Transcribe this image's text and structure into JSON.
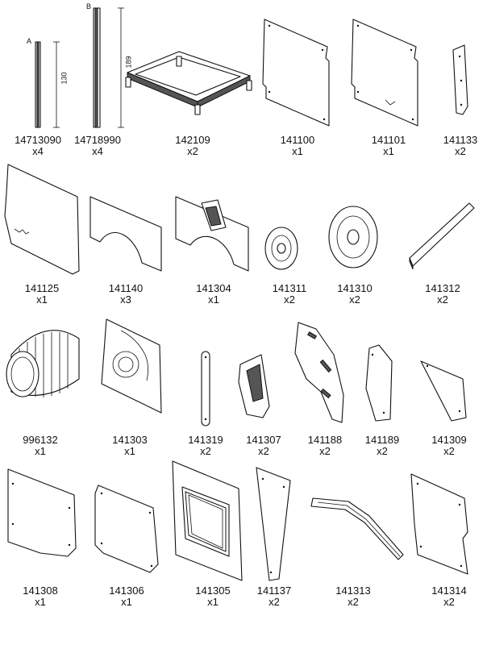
{
  "dimension_labels": {
    "a_letter": "A",
    "b_letter": "B",
    "a_length": "130",
    "b_length": "189"
  },
  "parts": [
    {
      "pn": "14713090",
      "qty": "x4"
    },
    {
      "pn": "14718990",
      "qty": "x4"
    },
    {
      "pn": "142109",
      "qty": "x2"
    },
    {
      "pn": "141100",
      "qty": "x1"
    },
    {
      "pn": "141101",
      "qty": "x1"
    },
    {
      "pn": "141133",
      "qty": "x2"
    },
    {
      "pn": "141125",
      "qty": "x1"
    },
    {
      "pn": "141140",
      "qty": "x3"
    },
    {
      "pn": "141304",
      "qty": "x1"
    },
    {
      "pn": "141311",
      "qty": "x2"
    },
    {
      "pn": "141310",
      "qty": "x2"
    },
    {
      "pn": "141312",
      "qty": "x2"
    },
    {
      "pn": "996132",
      "qty": "x1"
    },
    {
      "pn": "141303",
      "qty": "x1"
    },
    {
      "pn": "141319",
      "qty": "x2"
    },
    {
      "pn": "141307",
      "qty": "x2"
    },
    {
      "pn": "141188",
      "qty": "x2"
    },
    {
      "pn": "141189",
      "qty": "x2"
    },
    {
      "pn": "141309",
      "qty": "x2"
    },
    {
      "pn": "141308",
      "qty": "x1"
    },
    {
      "pn": "141306",
      "qty": "x1"
    },
    {
      "pn": "141305",
      "qty": "x1"
    },
    {
      "pn": "141137",
      "qty": "x2"
    },
    {
      "pn": "141313",
      "qty": "x2"
    },
    {
      "pn": "141314",
      "qty": "x2"
    }
  ]
}
